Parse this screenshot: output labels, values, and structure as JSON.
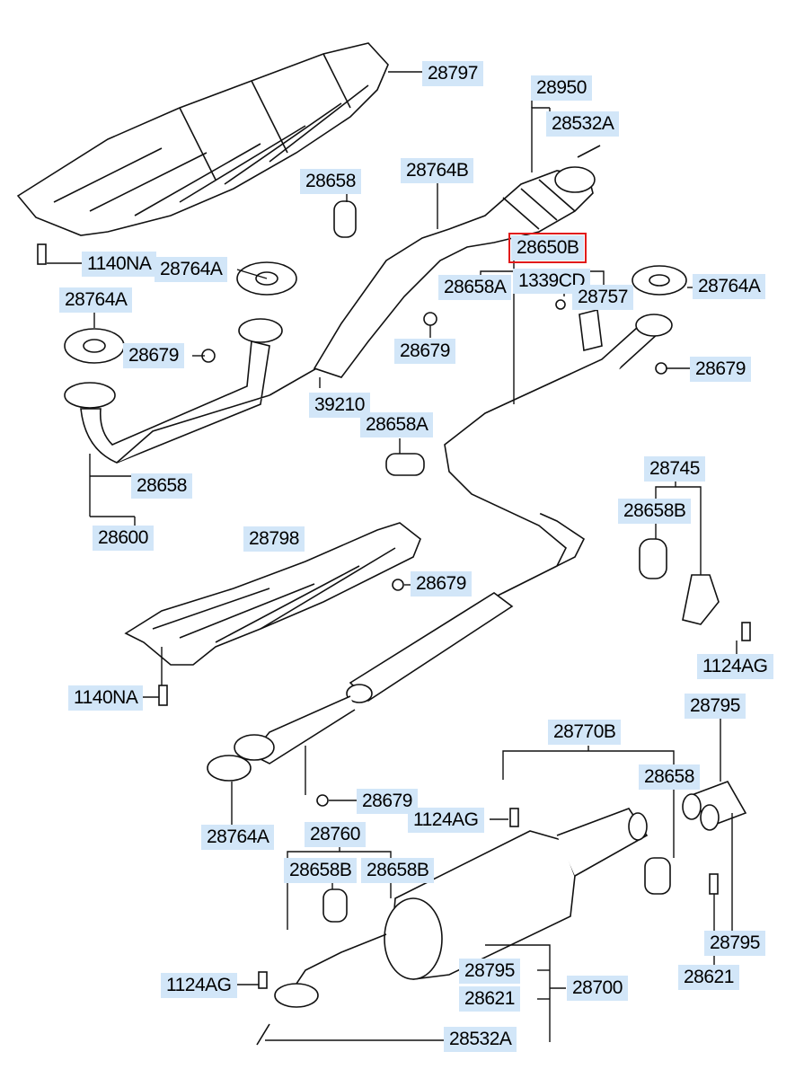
{
  "diagram": {
    "colors": {
      "label_bg": "#d2e6f8",
      "highlight": "#e11b1b",
      "line": "#111111"
    },
    "selected_part": "28650B",
    "labels": [
      "28797",
      "28950",
      "28532A",
      "28658",
      "28764B",
      "28650B",
      "1339CD",
      "28658A",
      "28757",
      "28764A",
      "1140NA",
      "28764A",
      "28764A",
      "28679",
      "28679",
      "28679",
      "39210",
      "28658A",
      "28658",
      "28600",
      "28745",
      "28658B",
      "28798",
      "28679",
      "1124AG",
      "1140NA",
      "28795",
      "28770B",
      "28658",
      "28679",
      "1124AG",
      "28764A",
      "28760",
      "28658B",
      "28658B",
      "28795",
      "1124AG",
      "28795",
      "28700",
      "28621",
      "28621",
      "28532A"
    ]
  }
}
